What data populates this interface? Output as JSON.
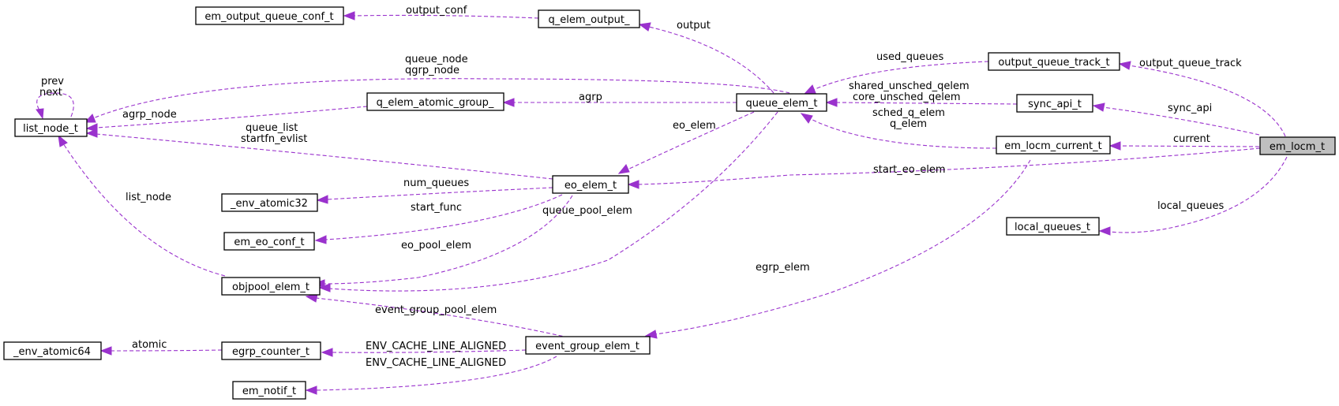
{
  "nodes": {
    "em_output_queue_conf_t": "em_output_queue_conf_t",
    "q_elem_output_": "q_elem_output_",
    "output_queue_track_t": "output_queue_track_t",
    "list_node_t": "list_node_t",
    "q_elem_atomic_group_": "q_elem_atomic_group_",
    "queue_elem_t": "queue_elem_t",
    "sync_api_t": "sync_api_t",
    "em_locm_t": "em_locm_t",
    "em_locm_current_t": "em_locm_current_t",
    "eo_elem_t": "eo_elem_t",
    "_env_atomic32": "_env_atomic32",
    "em_eo_conf_t": "em_eo_conf_t",
    "local_queues_t": "local_queues_t",
    "objpool_elem_t": "objpool_elem_t",
    "_env_atomic64": "_env_atomic64",
    "egrp_counter_t": "egrp_counter_t",
    "event_group_elem_t": "event_group_elem_t",
    "em_notif_t": "em_notif_t"
  },
  "edge_labels": {
    "output_conf": "output_conf",
    "output": "output",
    "used_queues": "used_queues",
    "output_queue_track": "output_queue_track",
    "queue_node": "queue_node",
    "qgrp_node": "qgrp_node",
    "prev": "prev",
    "next": "next",
    "agrp_node": "agrp_node",
    "agrp": "agrp",
    "shared_unsched_qelem": "shared_unsched_qelem",
    "core_unsched_qelem": "core_unsched_qelem",
    "sync_api": "sync_api",
    "sched_q_elem": "sched_q_elem",
    "q_elem": "q_elem",
    "eo_elem": "eo_elem",
    "queue_list": "queue_list",
    "startfn_evlist": "startfn_evlist",
    "current": "current",
    "start_eo_elem": "start_eo_elem",
    "num_queues": "num_queues",
    "start_func": "start_func",
    "queue_pool_elem": "queue_pool_elem",
    "list_node": "list_node",
    "local_queues": "local_queues",
    "eo_pool_elem": "eo_pool_elem",
    "egrp_elem": "egrp_elem",
    "event_group_pool_elem": "event_group_pool_elem",
    "atomic": "atomic",
    "env_cache_line_aligned_1": "ENV_CACHE_LINE_ALIGNED",
    "env_cache_line_aligned_2": "ENV_CACHE_LINE_ALIGNED"
  },
  "colors": {
    "edge": "#9a32cd",
    "root_fill": "#bfbfbf",
    "node_fill": "#ffffff"
  }
}
